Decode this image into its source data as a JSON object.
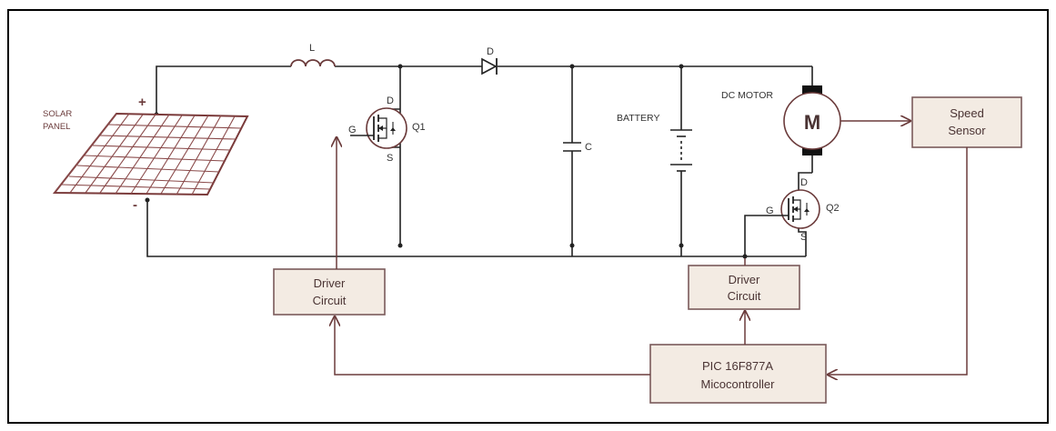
{
  "components": {
    "inductor": "L",
    "diode": "D",
    "capacitor": "C",
    "battery": "BATTERY",
    "motor": "DC MOTOR",
    "motor_symbol": "M",
    "q1": {
      "label": "Q1",
      "drain": "D",
      "gate": "G",
      "source": "S"
    },
    "q2": {
      "label": "Q2",
      "drain": "D",
      "gate": "G",
      "source": "S"
    },
    "solar_panel": {
      "line1": "SOLAR",
      "line2": "PANEL",
      "plus": "+",
      "minus": "-"
    }
  },
  "blocks": {
    "speed_sensor": {
      "line1": "Speed",
      "line2": "Sensor"
    },
    "driver1": {
      "line1": "Driver",
      "line2": "Circuit"
    },
    "driver2": {
      "line1": "Driver",
      "line2": "Circuit"
    },
    "controller": {
      "line1": "PIC 16F877A",
      "line2": "Micocontroller"
    }
  },
  "colors": {
    "wire": "#222222",
    "control_wire": "#6b3b3b",
    "block_fill": "#f3ebe3",
    "block_stroke": "#7a5a5a",
    "label": "#4a3333"
  }
}
